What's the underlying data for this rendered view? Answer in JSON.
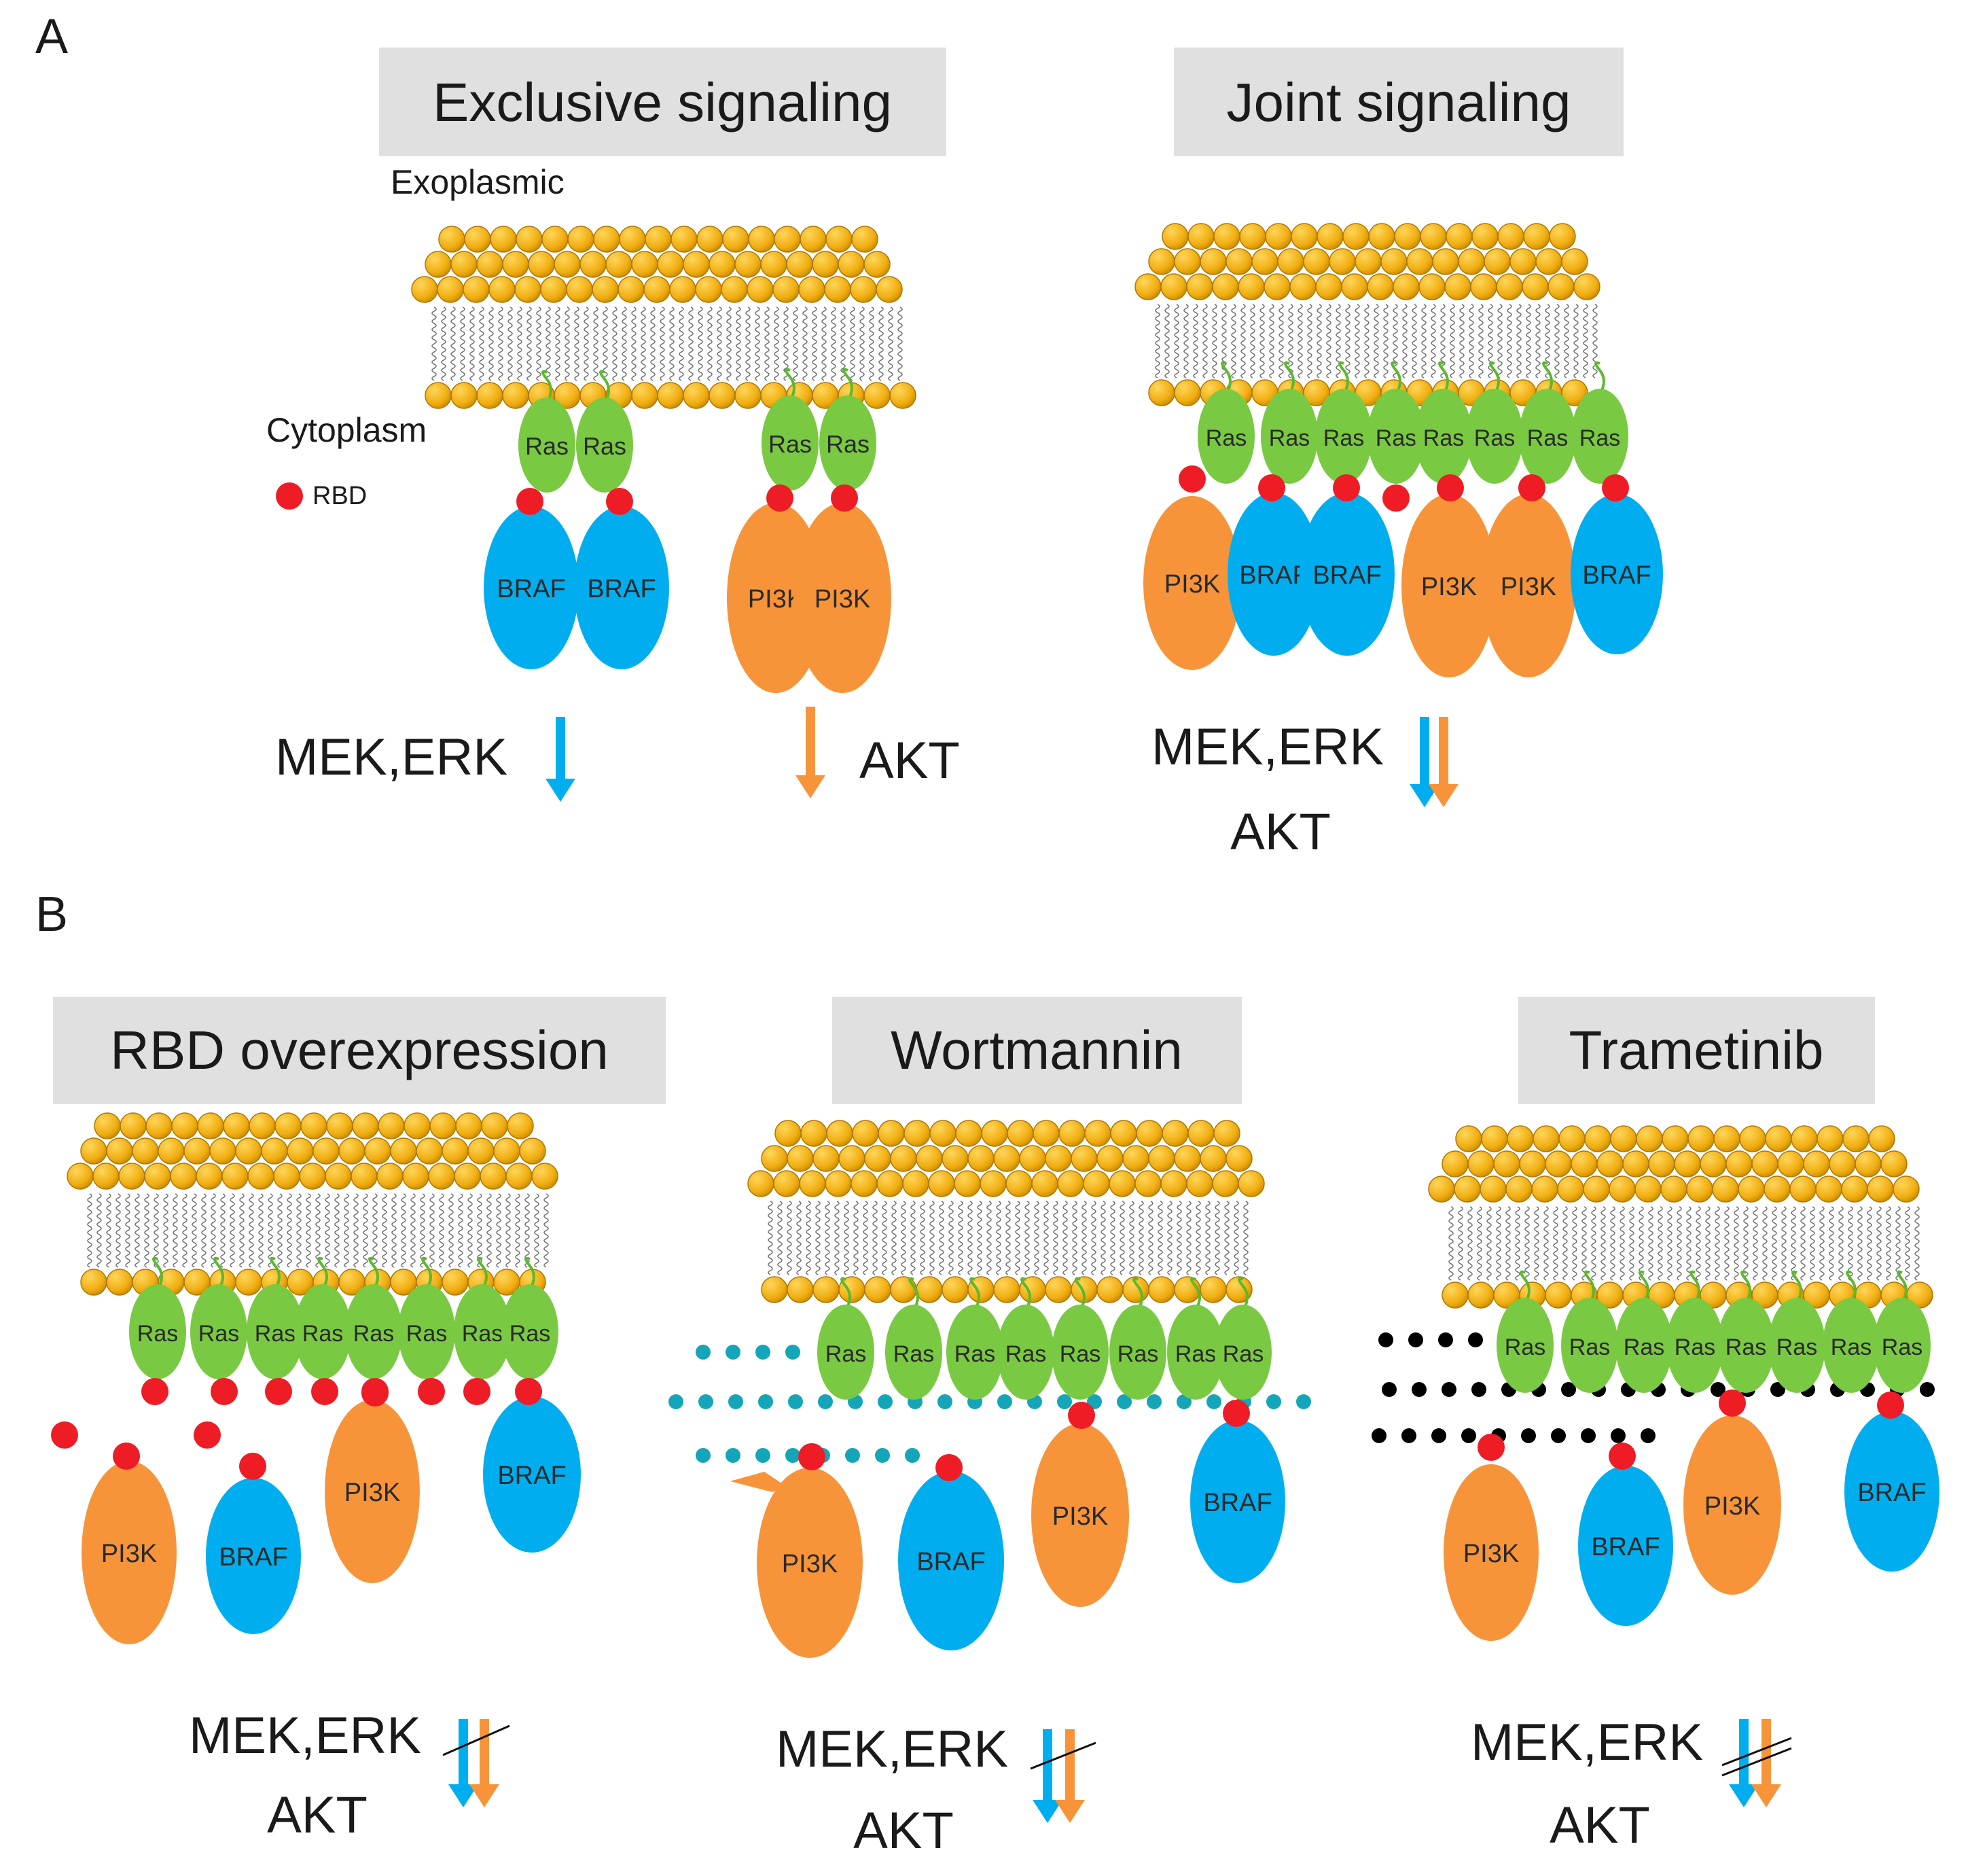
{
  "panels": {
    "a_letter": "A",
    "b_letter": "B"
  },
  "titles": {
    "exclusive": "Exclusive signaling",
    "joint": "Joint signaling",
    "rbd_over": "RBD overexpression",
    "wortmannin": "Wortmannin",
    "trametinib": "Trametinib"
  },
  "labels": {
    "exoplasmic": "Exoplasmic",
    "cytoplasm": "Cytoplasm",
    "rbd_legend": "RBD"
  },
  "proteins": {
    "ras": "Ras",
    "braf": "BRAF",
    "pi3k": "PI3K"
  },
  "pathways": {
    "mek_erk": "MEK,ERK",
    "akt": "AKT"
  },
  "colors": {
    "ras": "#7ac943",
    "braf": "#00aeef",
    "pi3k": "#f7943a",
    "rbd": "#ee1c25",
    "head": "#f2b310",
    "wortmannin_dots": "#14a6b8",
    "trametinib_dots": "#000000",
    "title_box": "#e0e0e0"
  }
}
